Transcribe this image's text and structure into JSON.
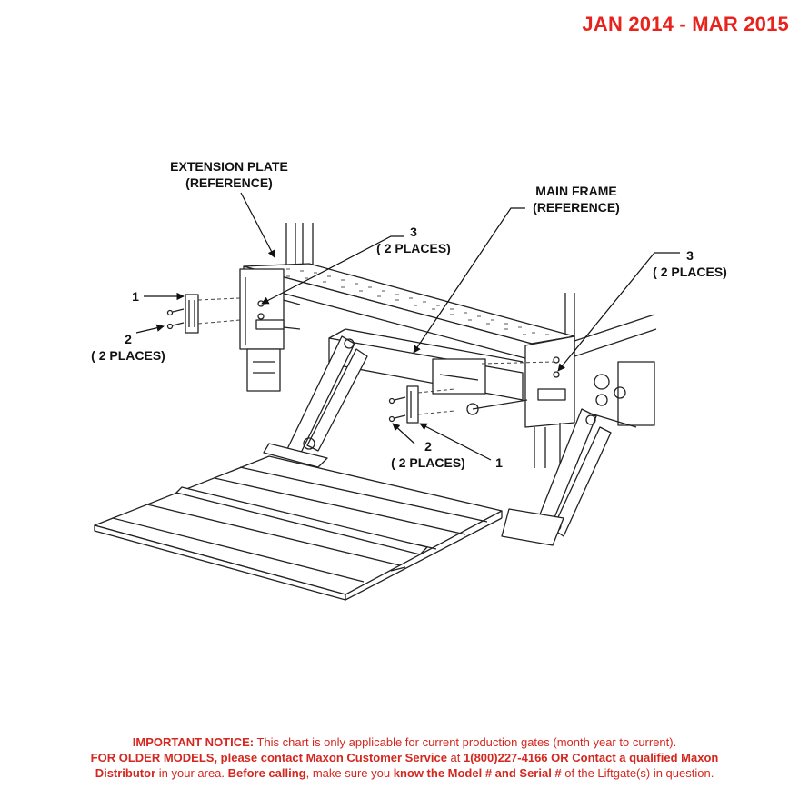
{
  "header": {
    "date_range": "JAN 2014 - MAR 2015"
  },
  "callouts": {
    "extension_plate": "EXTENSION PLATE",
    "extension_plate_ref": "(REFERENCE)",
    "main_frame": "MAIN FRAME",
    "main_frame_ref": "(REFERENCE)",
    "item3_left_num": "3",
    "item3_left_qty": "( 2 PLACES)",
    "item3_right_num": "3",
    "item3_right_qty": "( 2 PLACES)",
    "item1_left_num": "1",
    "item2_left_num": "2",
    "item2_left_qty": "( 2 PLACES)",
    "item2_center_num": "2",
    "item2_center_qty": "( 2 PLACES)",
    "item1_center_num": "1"
  },
  "notice": {
    "l1_bold": "IMPORTANT NOTICE:",
    "l1_text": " This chart is only applicable for current production gates (month year to current).",
    "l2_bold_a": "FOR OLDER MODELS, please contact Maxon Customer Service",
    "l2_text_a": " at ",
    "l2_bold_b": "1(800)227-4166 OR Contact a qualified Maxon",
    "l3_bold_a": "Distributor",
    "l3_text_a": " in your area. ",
    "l3_bold_b": "Before calling",
    "l3_text_b": ", make sure you ",
    "l3_bold_c": "know the Model # and Serial #",
    "l3_text_c": " of the Liftgate(s) in question."
  },
  "colors": {
    "accent_red": "#e8231d",
    "line": "#222222"
  }
}
